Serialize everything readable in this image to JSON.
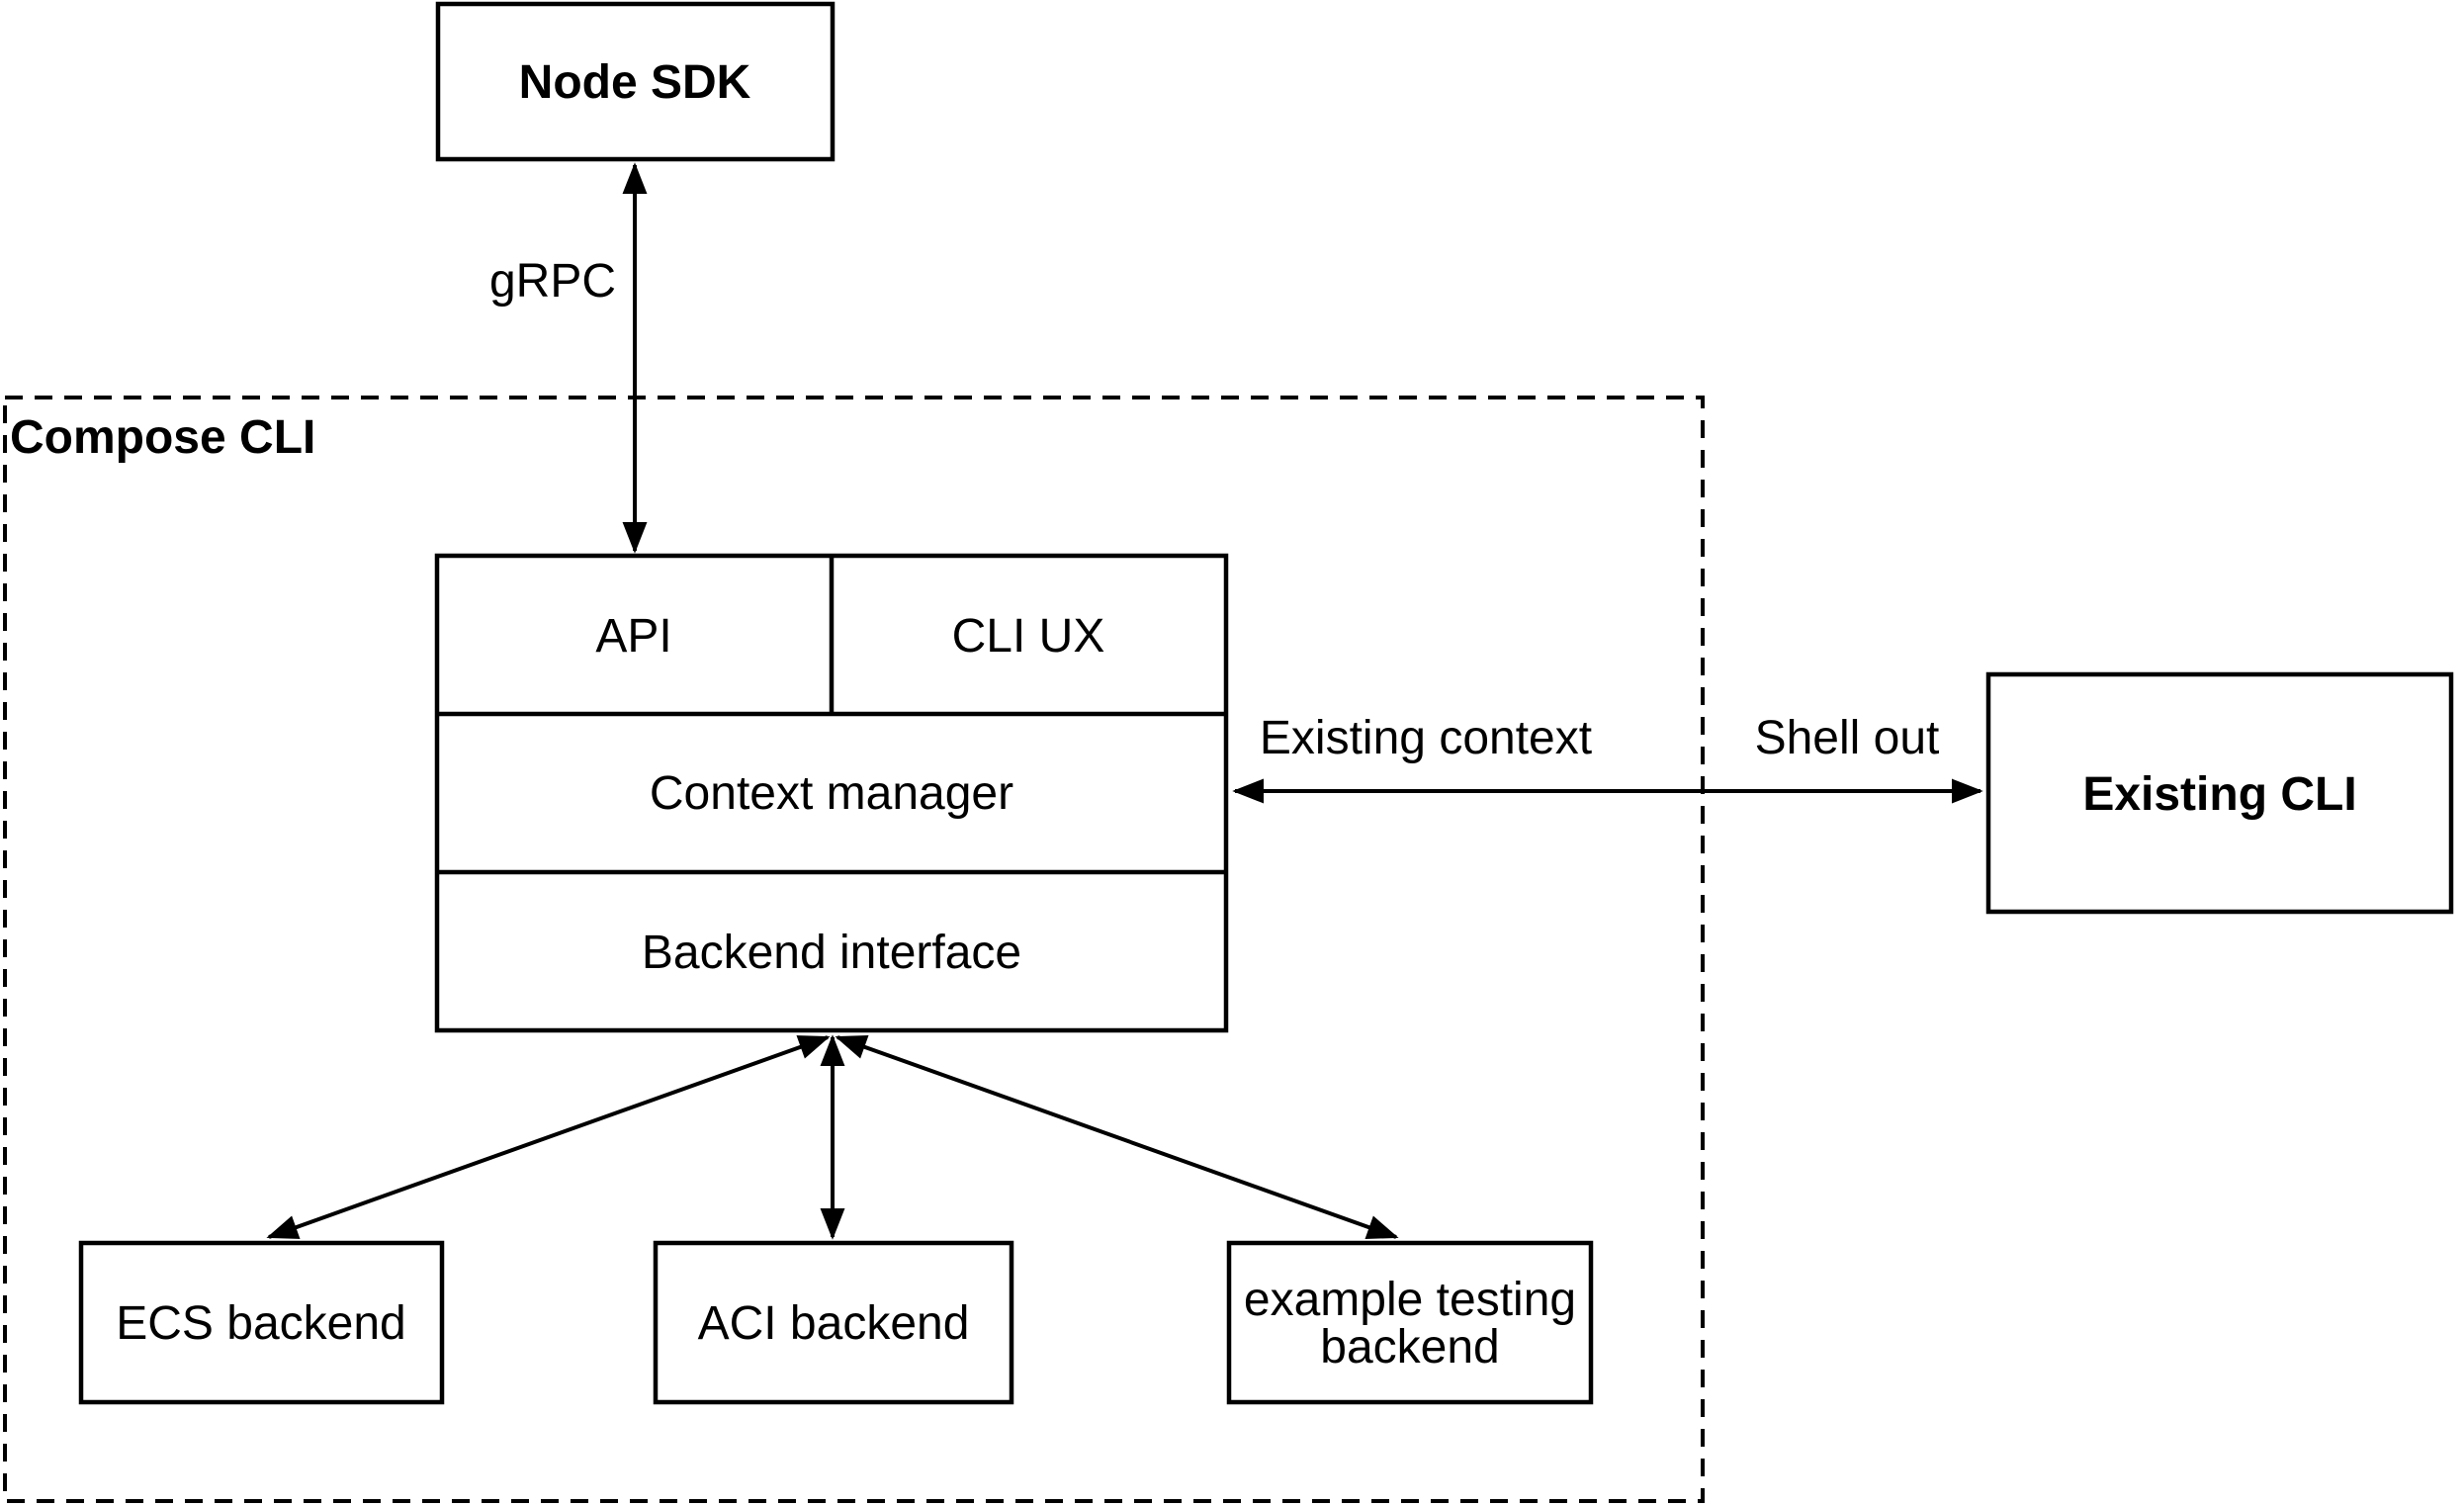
{
  "diagram": {
    "background": "#ffffff",
    "stroke_color": "#000000",
    "container": {
      "label": "Compose CLI"
    },
    "nodes": {
      "node_sdk": {
        "label": "Node SDK"
      },
      "api": {
        "label": "API"
      },
      "cli_ux": {
        "label": "CLI UX"
      },
      "context_manager": {
        "label": "Context manager"
      },
      "backend_interface": {
        "label": "Backend interface"
      },
      "existing_cli": {
        "label": "Existing CLI"
      },
      "ecs_backend": {
        "label": "ECS backend"
      },
      "aci_backend": {
        "label": "ACI backend"
      },
      "example_backend": {
        "line1": "example testing",
        "line2": "backend"
      }
    },
    "edges": {
      "grpc": {
        "label": "gRPC"
      },
      "existing_context": {
        "label": "Existing context"
      },
      "shell_out": {
        "label": "Shell out"
      }
    }
  }
}
